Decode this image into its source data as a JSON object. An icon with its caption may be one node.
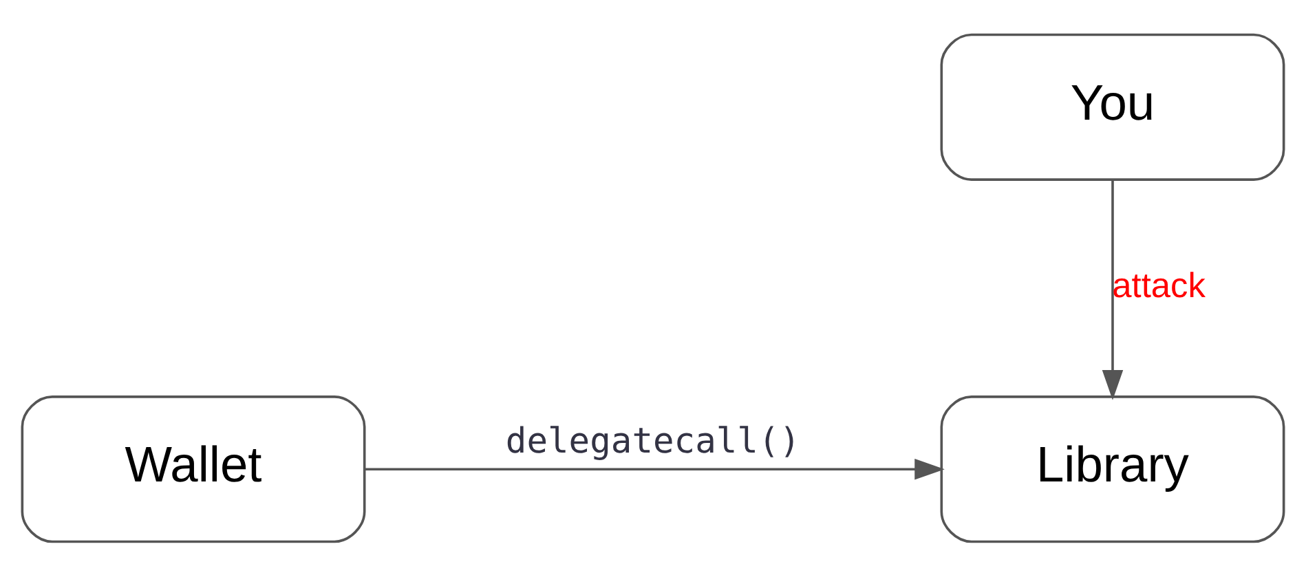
{
  "diagram": {
    "nodes": [
      {
        "text": [
          "You"
        ]
      },
      {
        "text": [
          "Wallet"
        ]
      },
      {
        "text": [
          "Library"
        ]
      }
    ],
    "edges": [
      {
        "from": 0,
        "to": 2,
        "arrow": "to",
        "label": "attack"
      },
      {
        "from": 1,
        "to": 2,
        "arrow": "to",
        "label": "delegatecall()"
      }
    ]
  }
}
